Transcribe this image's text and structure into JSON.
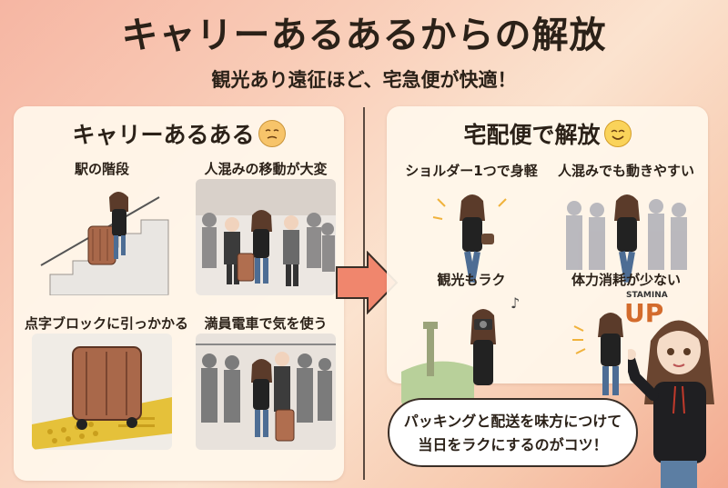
{
  "header": {
    "title": "キャリーあるあるからの解放",
    "subtitle": "観光あり遠征ほど、宅急便が快適！"
  },
  "left_panel": {
    "title": "キャリーあるある",
    "face": "worried-face-icon",
    "items": [
      {
        "label": "駅の階段"
      },
      {
        "label": "人混みの移動が大変"
      },
      {
        "label": "点字ブロックに引っかかる"
      },
      {
        "label": "満員電車で気を使う"
      }
    ]
  },
  "right_panel": {
    "title": "宅配便で解放",
    "face": "smiling-face-icon",
    "items": [
      {
        "label": "ショルダー1つで身軽"
      },
      {
        "label": "人混みでも動きやすい"
      },
      {
        "label": "観光もラク"
      },
      {
        "label": "体力消耗が少ない"
      }
    ],
    "stamina_label": "STAMINA",
    "up_label": "UP"
  },
  "bubble": {
    "line1": "パッキングと配送を味方につけて",
    "line2": "当日をラクにするのがコツ！"
  }
}
